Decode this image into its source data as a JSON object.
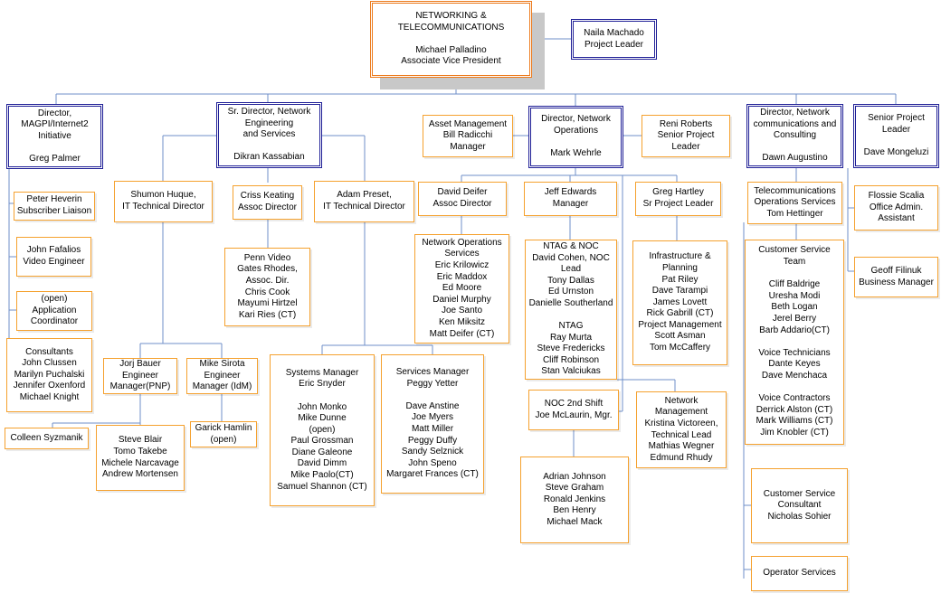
{
  "org_chart": {
    "boxes": [
      {
        "id": "avp",
        "text": "NETWORKING &\nTELECOMMUNICATIONS\n\nMichael Palladino\nAssociate Vice President"
      },
      {
        "id": "naila",
        "text": "Naila Machado\nProject Leader"
      },
      {
        "id": "magpi",
        "text": "Director,\nMAGPI/Internet2\nInitiative\n\nGreg Palmer"
      },
      {
        "id": "srdir",
        "text": "Sr. Director, Network\nEngineering\nand Services\n\nDikran Kassabian"
      },
      {
        "id": "asset",
        "text": "Asset Management\nBill Radicchi\nManager"
      },
      {
        "id": "netops",
        "text": "Director, Network\nOperations\n\nMark Wehrle"
      },
      {
        "id": "reni",
        "text": "Reni Roberts\nSenior Project\nLeader"
      },
      {
        "id": "netcomm",
        "text": "Director, Network\ncommunications and\nConsulting\n\nDawn Augustino"
      },
      {
        "id": "senior",
        "text": "Senior Project\nLeader\n\nDave Mongeluzi"
      },
      {
        "id": "peter",
        "text": "Peter Heverin\nSubscriber Liaison"
      },
      {
        "id": "john",
        "text": "John Fafalios\nVideo Engineer"
      },
      {
        "id": "appcoord",
        "text": "(open)\nApplication\nCoordinator"
      },
      {
        "id": "consult",
        "text": "Consultants\nJohn Clussen\nMarilyn Puchalski\nJennifer Oxenford\nMichael Knight"
      },
      {
        "id": "shumon",
        "text": "Shumon Huque,\nIT Technical Director"
      },
      {
        "id": "criss",
        "text": "Criss Keating\nAssoc Director"
      },
      {
        "id": "adam",
        "text": "Adam Preset,\nIT Technical Director"
      },
      {
        "id": "penn",
        "text": "Penn Video\nGates Rhodes,\nAssoc. Dir.\nChris Cook\nMayumi Hirtzel\nKari Ries (CT)"
      },
      {
        "id": "jorj",
        "text": "Jorj Bauer\nEngineer\nManager(PNP)"
      },
      {
        "id": "mike",
        "text": "Mike Sirota\nEngineer\nManager (IdM)"
      },
      {
        "id": "colleen",
        "text": "Colleen  Syzmanik"
      },
      {
        "id": "steve",
        "text": "Steve Blair\nTomo Takebe\nMichele Narcavage\nAndrew Mortensen"
      },
      {
        "id": "garick",
        "text": "Garick  Hamlin\n(open)"
      },
      {
        "id": "sysmgr",
        "text": "Systems Manager\nEric Snyder\n\nJohn Monko\nMike Dunne\n(open)\nPaul Grossman\nDiane Galeone\nDavid Dimm\nMike Paolo(CT)\nSamuel Shannon (CT)"
      },
      {
        "id": "svcmgr",
        "text": "Services Manager\nPeggy Yetter\n\nDave Anstine\nJoe Myers\nMatt Miller\nPeggy Duffy\nSandy Selznick\nJohn Speno\nMargaret Frances (CT)"
      },
      {
        "id": "deifer",
        "text": "David Deifer\nAssoc Director"
      },
      {
        "id": "jeff",
        "text": "Jeff Edwards\nManager"
      },
      {
        "id": "greg",
        "text": "Greg Hartley\nSr Project Leader"
      },
      {
        "id": "nos",
        "text": "Network Operations\nServices\nEric Krilowicz\nEric Maddox\nEd Moore\nDaniel Murphy\nJoe Santo\nKen Miksitz\nMatt Deifer (CT)"
      },
      {
        "id": "ntag",
        "text": "NTAG & NOC\nDavid Cohen, NOC\nLead\nTony Dallas\nEd Urnston\nDanielle Southerland\n\nNTAG\nRay Murta\nSteve Fredericks\nCliff Robinson\nStan Valciukas"
      },
      {
        "id": "infra",
        "text": "Infrastructure &\nPlanning\nPat Riley\nDave Tarampi\nJames Lovett\nRick Gabrill (CT)\nProject Management\nScott Asman\nTom McCaffery"
      },
      {
        "id": "noc2",
        "text": "NOC 2nd Shift\nJoe McLaurin, Mgr."
      },
      {
        "id": "netmgmt",
        "text": "Network\nManagement\nKristina Victoreen,\nTechnical Lead\nMathias Wegner\nEdmund Rhudy"
      },
      {
        "id": "adrian",
        "text": "Adrian Johnson\nSteve Graham\nRonald Jenkins\nBen Henry\nMichael Mack"
      },
      {
        "id": "telecom",
        "text": "Telecommunications\nOperations Services\nTom Hettinger"
      },
      {
        "id": "cst",
        "text": "Customer Service\nTeam\n\nCliff Baldrige\nUresha Modi\nBeth Logan\nJerel Berry\nBarb Addario(CT)\n\nVoice Technicians\nDante Keyes\nDave Menchaca\n\nVoice Contractors\nDerrick Alston (CT)\nMark Williams (CT)\nJim Knobler (CT)"
      },
      {
        "id": "csc",
        "text": "Customer Service\nConsultant\nNicholas Sohier"
      },
      {
        "id": "opsvc",
        "text": "Operator Services"
      },
      {
        "id": "flossie",
        "text": "Flossie Scalia\nOffice Admin.\nAssistant"
      },
      {
        "id": "geoff",
        "text": "Geoff Filinuk\nBusiness Manager"
      }
    ]
  }
}
